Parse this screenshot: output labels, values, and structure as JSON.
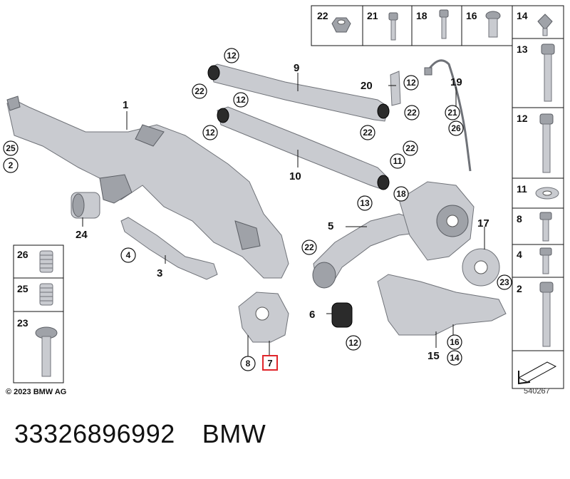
{
  "copyright": "© 2023 BMW AG",
  "diagram_ref": "540267",
  "part_number": "33326896992",
  "brand": "BMW",
  "highlighted_item": "7",
  "hardware_top_row": [
    "22",
    "21",
    "18",
    "16",
    "14"
  ],
  "hardware_right_column": [
    "13",
    "12",
    "11",
    "8",
    "4",
    "2"
  ],
  "hardware_left_column": [
    "26",
    "25",
    "23"
  ],
  "plain_labels": [
    "1",
    "9",
    "10",
    "20",
    "19",
    "5",
    "17",
    "24",
    "3",
    "6",
    "15"
  ],
  "callouts": [
    "25",
    "2",
    "12",
    "22",
    "12",
    "22",
    "12",
    "22",
    "12",
    "21",
    "26",
    "22",
    "11",
    "13",
    "18",
    "4",
    "22",
    "12",
    "23",
    "16",
    "14",
    "8",
    "7"
  ]
}
